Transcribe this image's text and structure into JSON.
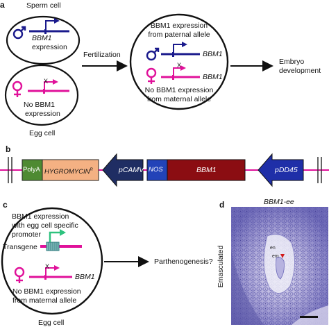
{
  "panel_a": {
    "label": "a",
    "sperm_cell": "Sperm cell",
    "bbm1_expression_sperm": "BBM1",
    "expression_word": "expression",
    "egg_cell": "Egg cell",
    "no_bbm1_egg_line1": "No BBM1",
    "no_bbm1_egg_line2": "expression",
    "fertilization": "Fertilization",
    "paternal_line1": "BBM1 expression",
    "paternal_line2": "from paternal allele",
    "gene_bbm1_paternal": "BBM1",
    "gene_bbm1_maternal": "BBM1",
    "maternal_line1": "No BBM1 expression",
    "maternal_line2": "from maternal allele",
    "embryo_line1": "Embryo",
    "embryo_line2": "development",
    "block_mark": "X"
  },
  "panel_b": {
    "label": "b",
    "polya": "PolyA",
    "hygromycin": "HYGROMYCIN",
    "hygromycin_sup": "R",
    "pcamv": "pCAMV",
    "nos": "NOS",
    "bbm1": "BBM1",
    "pdd45": "pDD45"
  },
  "panel_c": {
    "label": "c",
    "line1": "BBM1 expression",
    "line2": "with egg cell specific",
    "line3": "promoter",
    "transgene": "Transgene",
    "gene_bbm1": "BBM1",
    "no_line1": "No BBM1 expression",
    "no_line2": "from maternal allele",
    "egg_cell": "Egg cell",
    "parthenogenesis": "Parthenogenesis?"
  },
  "panel_d": {
    "label": "d",
    "title": "BBM1-ee",
    "side_label": "Emasculated",
    "en": "en",
    "em": "em"
  },
  "colors": {
    "male_blue": "#1a1a8c",
    "female_magenta": "#e0119a",
    "polya_green": "#4e8a32",
    "hygromycin_orange": "#f4b183",
    "pcamv_navy": "#1f2d63",
    "nos_blue": "#2243b8",
    "bbm1_red": "#8b0d12",
    "pdd45_blue": "#1f2fa8",
    "transgene_green": "#2ec27e",
    "micrograph_bg": "#c9c7e4"
  }
}
